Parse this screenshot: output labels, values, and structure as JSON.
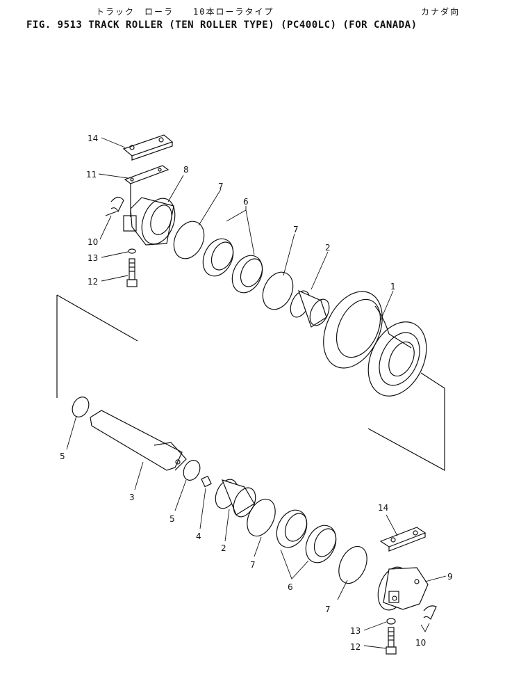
{
  "header": {
    "japanese_title": "トラック　ローラ　　10本ローラタイプ",
    "japanese_suffix": "カナダ向",
    "title": "FIG. 9513  TRACK ROLLER (TEN ROLLER TYPE) (PC400LC) (FOR CANADA)"
  },
  "callouts": [
    "14",
    "11",
    "8",
    "7",
    "6",
    "7",
    "2",
    "1",
    "10",
    "13",
    "12",
    "5",
    "3",
    "5",
    "4",
    "2",
    "7",
    "6",
    "7",
    "14",
    "9",
    "13",
    "10",
    "12"
  ]
}
